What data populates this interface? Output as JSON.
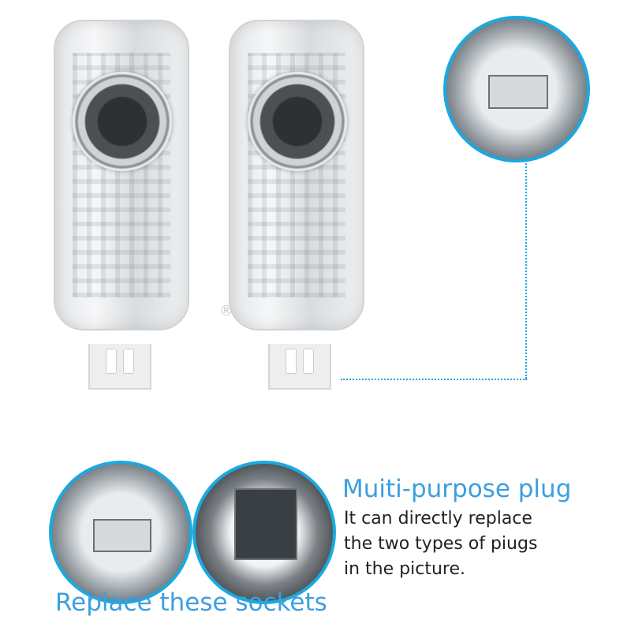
{
  "heading": "Muiti-purpose plug",
  "description": [
    "It can directly replace",
    "the two types of piugs",
    "in the picture."
  ],
  "caption": "Replace these sockets",
  "watermark_symbol": "®",
  "colors": {
    "accent": "#1aa9e0",
    "heading": "#3b9fe0"
  }
}
